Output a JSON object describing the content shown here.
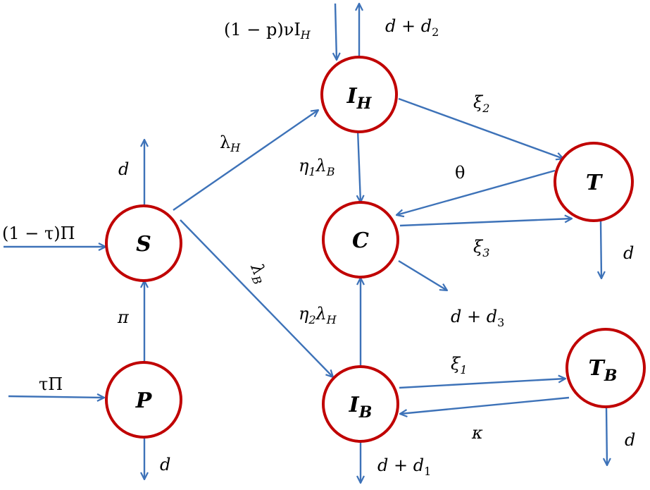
{
  "colors": {
    "node_stroke": "#c00000",
    "edge": "#3d72b8",
    "text": "#000000",
    "background": "#ffffff"
  },
  "nodes": {
    "S": {
      "main": "S",
      "sub": ""
    },
    "P": {
      "main": "P",
      "sub": ""
    },
    "IH": {
      "main": "I",
      "sub": "H"
    },
    "C": {
      "main": "C",
      "sub": ""
    },
    "IB": {
      "main": "I",
      "sub": "B"
    },
    "T": {
      "main": "T",
      "sub": ""
    },
    "TB": {
      "main": "T",
      "sub": "B"
    }
  },
  "labels": {
    "inflow_s": "(1 − τ)Π",
    "inflow_p": "τΠ",
    "inflow_ih": {
      "pre": "(1 − p)νI",
      "sub": "H"
    },
    "death_ih": {
      "pre": "d + d",
      "sub": "2"
    },
    "death_s": "d",
    "death_p": "d",
    "death_c": {
      "pre": "d + d",
      "sub": "3"
    },
    "death_ib": {
      "pre": "d + d",
      "sub": "1"
    },
    "death_t": "d",
    "death_tb": "d",
    "pi": "π",
    "lambda_h": {
      "main": "λ",
      "sub": "H"
    },
    "lambda_b": {
      "main": "λ",
      "sub": "B"
    },
    "eta1_lambda_b": {
      "a": "η",
      "a_sub": "1",
      "b": "λ",
      "b_sub": "B"
    },
    "eta2_lambda_h": {
      "a": "η",
      "a_sub": "2",
      "b": "λ",
      "b_sub": "H"
    },
    "xi2": {
      "main": "ξ",
      "sub": "2"
    },
    "xi3": {
      "main": "ξ",
      "sub": "3"
    },
    "xi1": {
      "main": "ξ",
      "sub": "1"
    },
    "theta": "θ",
    "kappa": "κ"
  }
}
